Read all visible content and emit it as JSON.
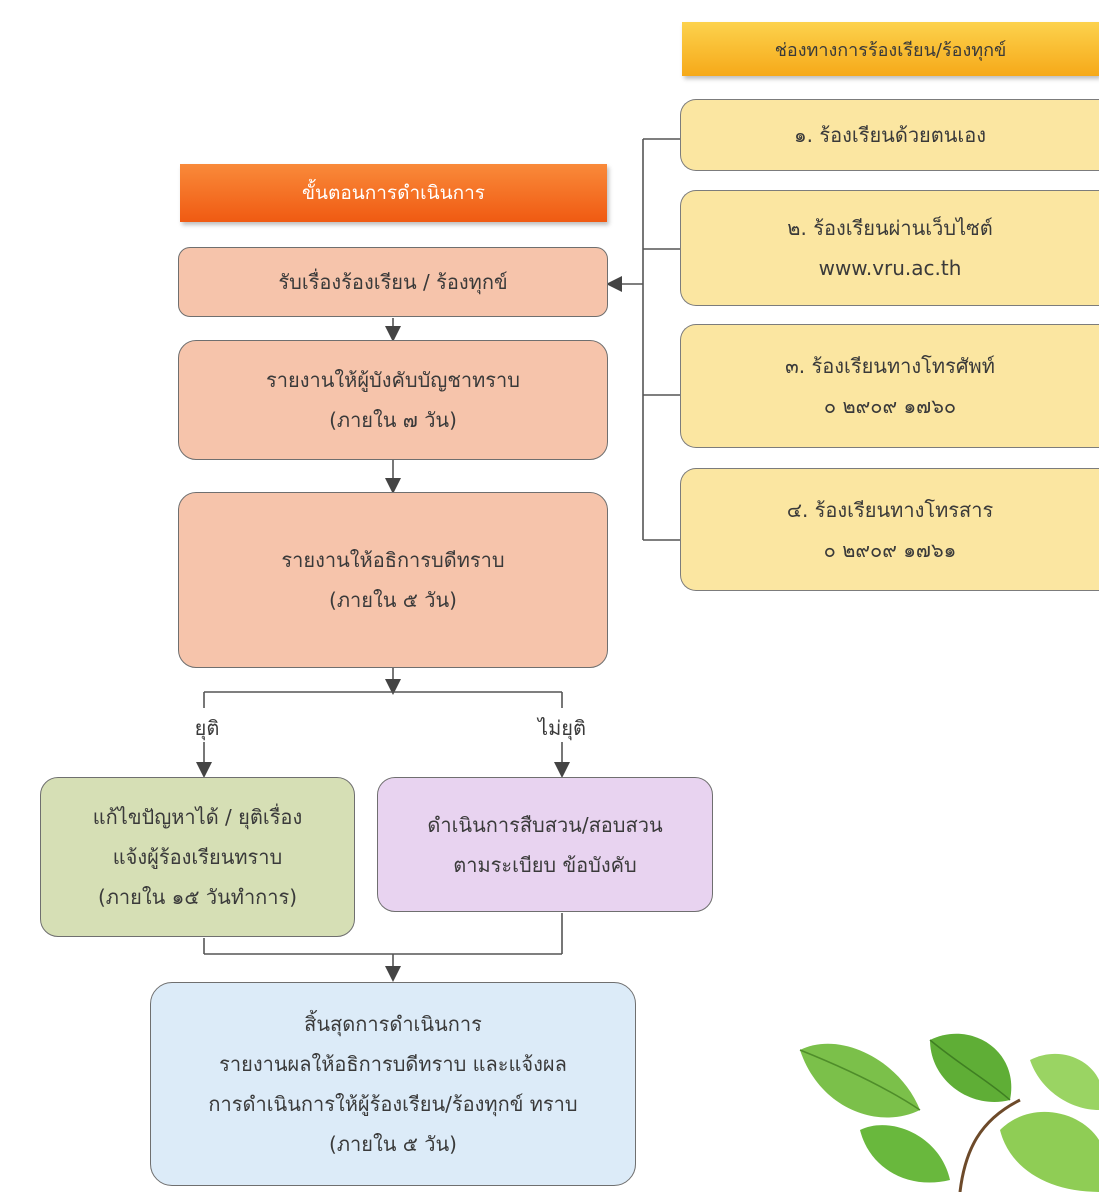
{
  "channels": {
    "header": "ช่องทางการร้องเรียน/ร้องทุกข์",
    "items": [
      {
        "lines": [
          "๑. ร้องเรียนด้วยตนเอง"
        ]
      },
      {
        "lines": [
          "๒. ร้องเรียนผ่านเว็บไซต์",
          "www.vru.ac.th"
        ]
      },
      {
        "lines": [
          "๓. ร้องเรียนทางโทรศัพท์",
          "๐ ๒๙๐๙ ๑๗๖๐"
        ]
      },
      {
        "lines": [
          "๔. ร้องเรียนทางโทรสาร",
          "๐ ๒๙๐๙ ๑๗๖๑"
        ]
      }
    ]
  },
  "process": {
    "header": "ขั้นตอนการดำเนินการ",
    "receive": "รับเรื่องร้องเรียน / ร้องทุกข์",
    "report_supervisor": [
      "รายงานให้ผู้บังคับบัญชาทราบ",
      "(ภายใน ๗ วัน)"
    ],
    "report_president": [
      "รายงานให้อธิการบดีทราบ",
      "(ภายใน ๕ วัน)"
    ],
    "branch_resolved": "ยุติ",
    "branch_unresolved": "ไม่ยุติ",
    "resolved_box": [
      "แก้ไขปัญหาได้ / ยุติเรื่อง",
      "แจ้งผู้ร้องเรียนทราบ",
      "(ภายใน ๑๕ วันทำการ)"
    ],
    "unresolved_box": [
      "ดำเนินการสืบสวน/สอบสวน",
      "ตามระเบียบ ข้อบังคับ"
    ],
    "end_box": [
      "สิ้นสุดการดำเนินการ",
      "รายงานผลให้อธิการบดีทราบ และแจ้งผล",
      "การดำเนินการให้ผู้ร้องเรียน/ร้องทุกข์ ทราบ",
      "(ภายใน ๕ วัน)"
    ]
  },
  "colors": {
    "process_box": "#f6c4ab",
    "channel_box": "#fbe6a1",
    "resolved_box": "#d6dfb5",
    "unresolved_box": "#e8d3f0",
    "end_box": "#dcebf8",
    "header_orange": "#f36b22",
    "header_yellow": "#f9be33"
  }
}
